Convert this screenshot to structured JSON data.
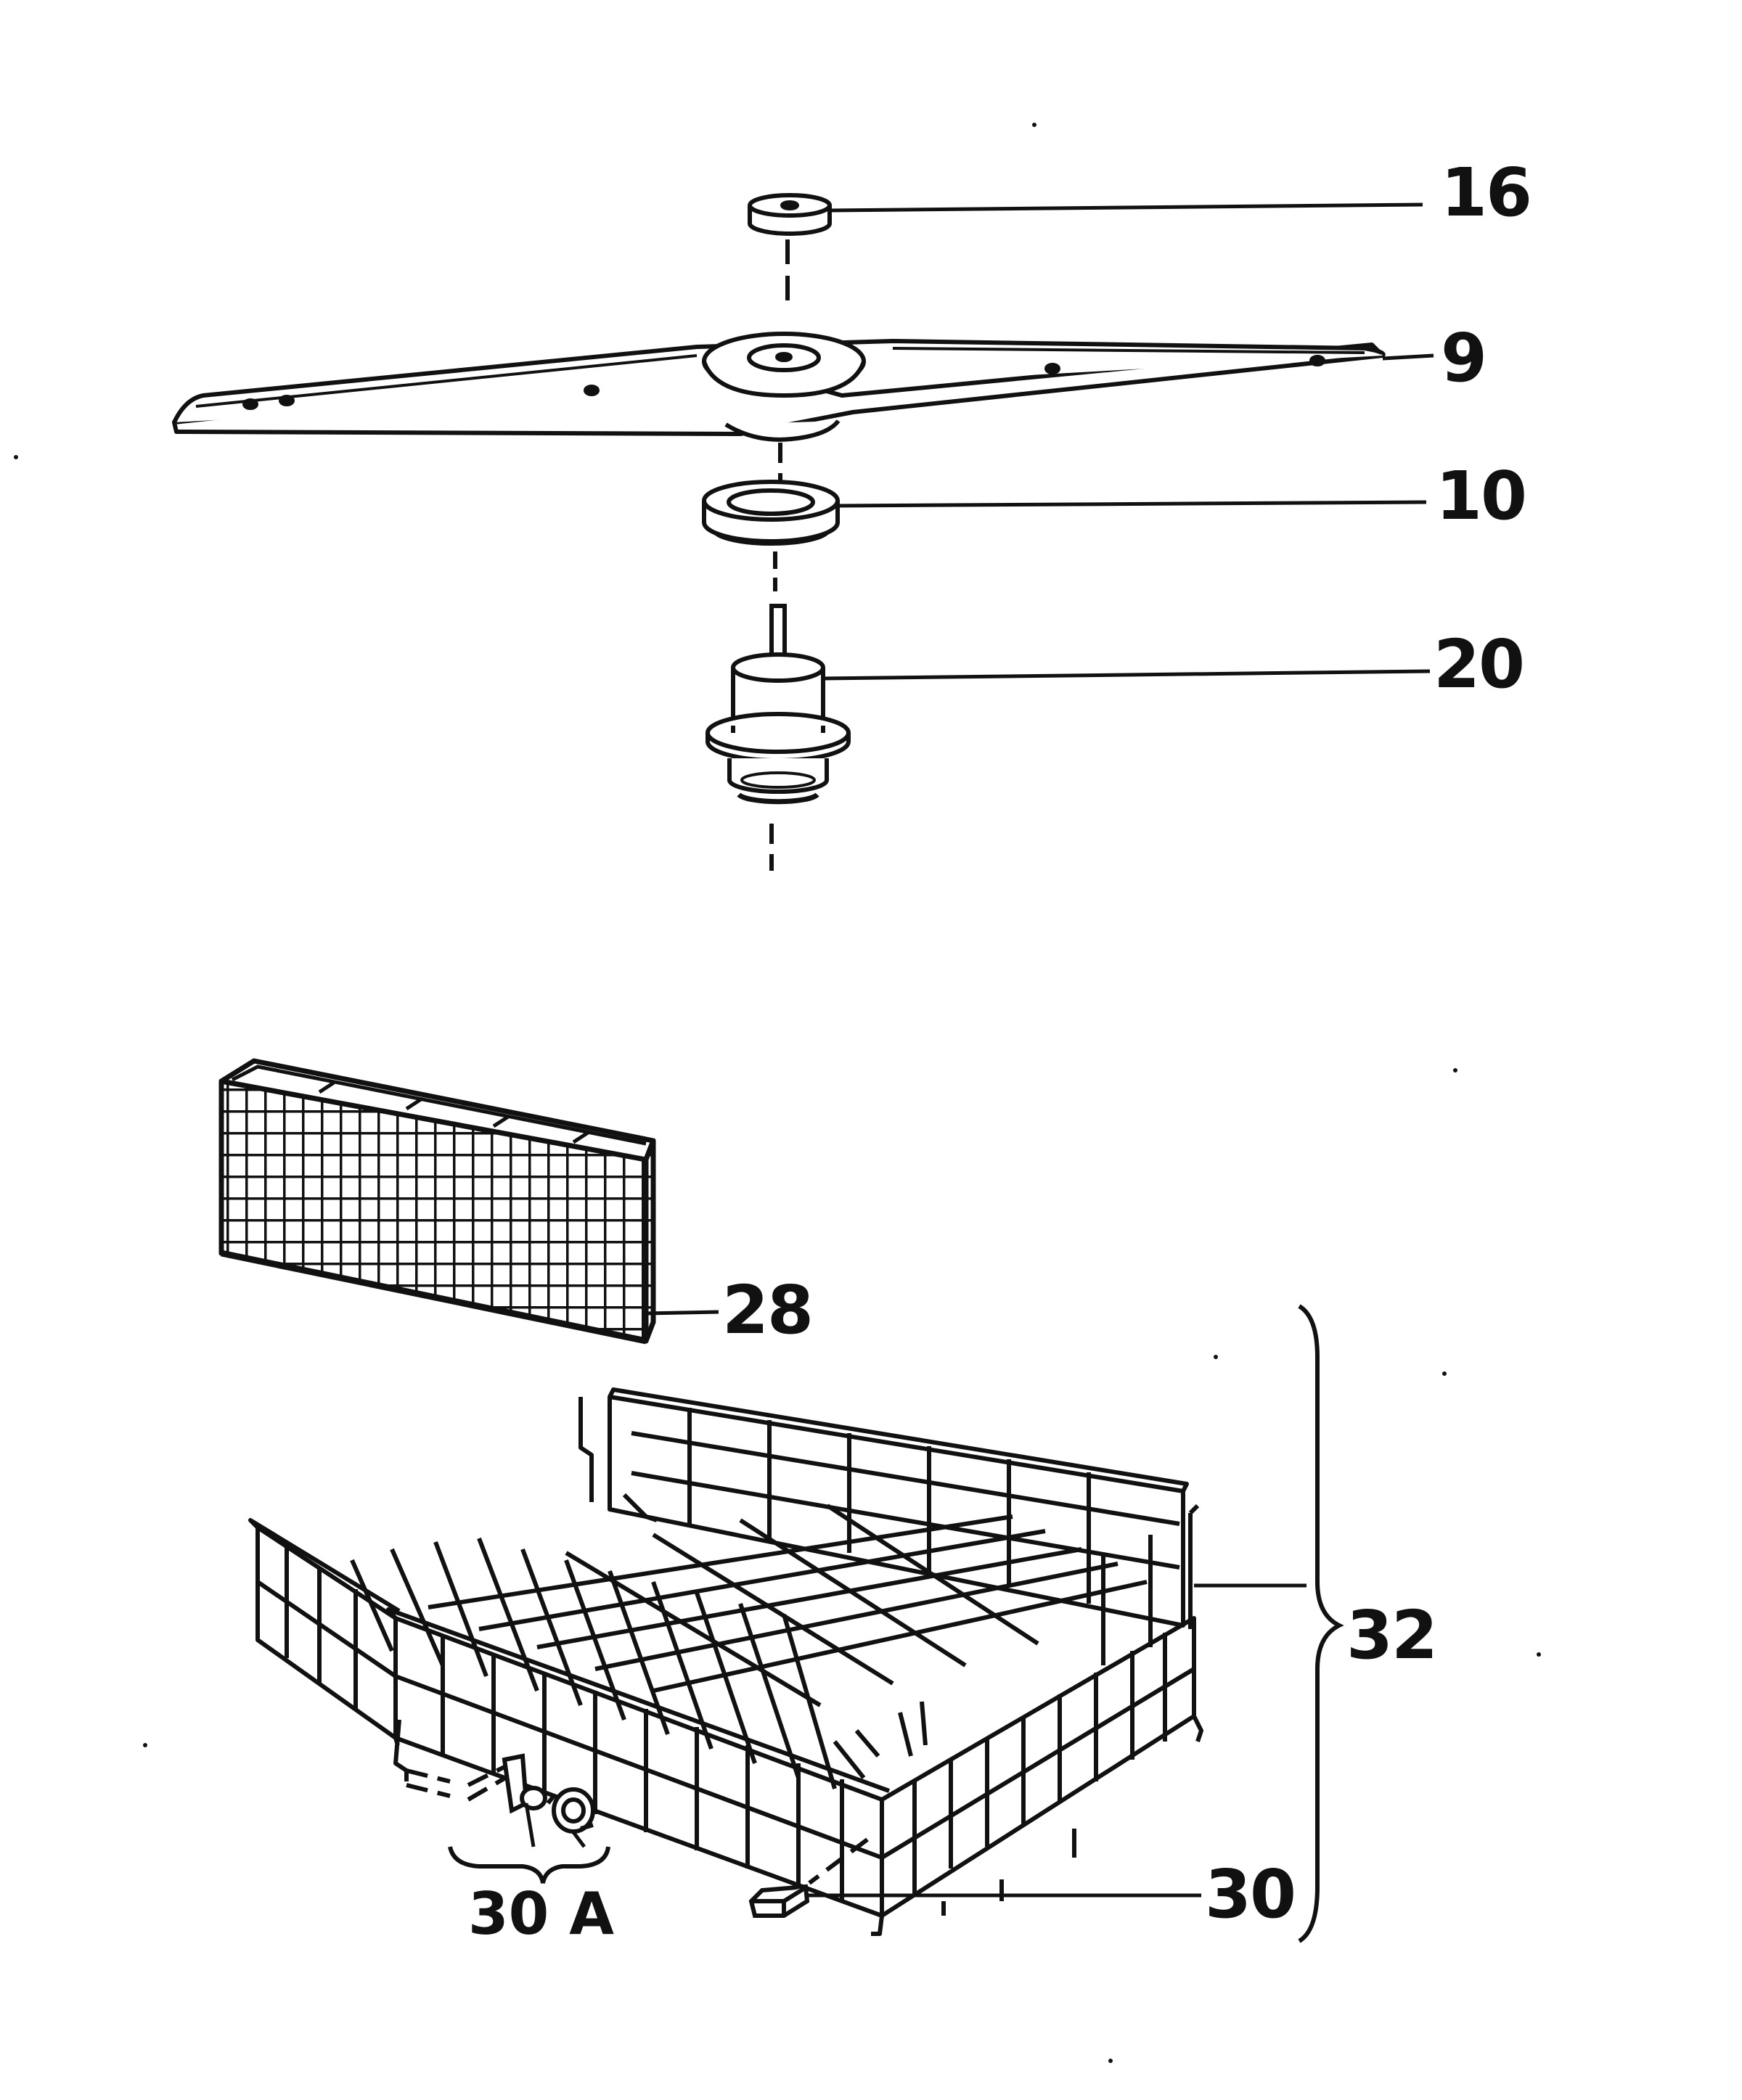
{
  "callouts": {
    "p16": "16",
    "p9": "9",
    "p10": "10",
    "p20": "20",
    "p28": "28",
    "p32": "32",
    "p30": "30",
    "p30a": "30 A"
  },
  "icons": [
    "spray-arm-icon",
    "bearing-ring-icon",
    "nut-cap-icon",
    "hub-assembly-icon",
    "cutlery-basket-icon",
    "dish-rack-icon",
    "roller-icon",
    "rack-stop-icon"
  ],
  "colors": {
    "ink": "#111111",
    "paper": "#ffffff"
  }
}
